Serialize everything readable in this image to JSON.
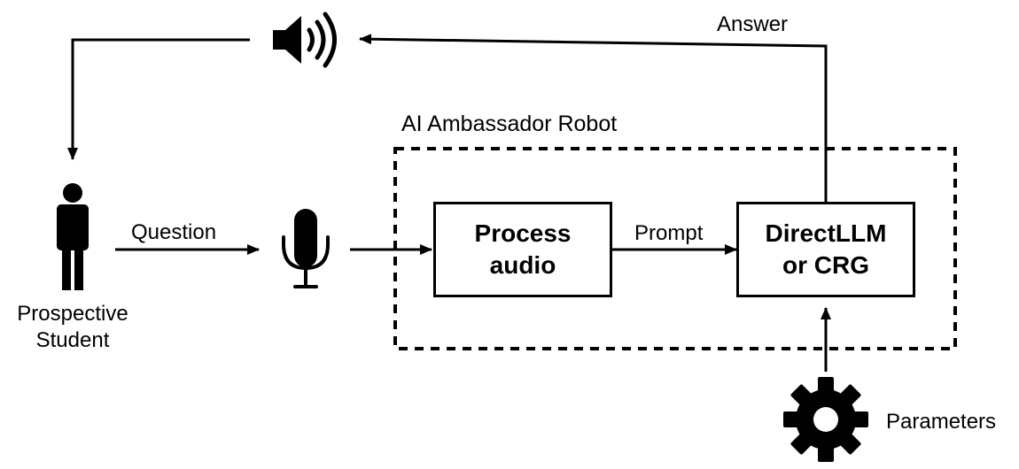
{
  "container": {
    "title": "AI Ambassador Robot"
  },
  "nodes": {
    "student": {
      "label": "Prospective\nStudent"
    },
    "process_audio": {
      "label": "Process\naudio"
    },
    "direct_llm": {
      "label": "DirectLLM\nor CRG"
    },
    "parameters": {
      "label": "Parameters"
    }
  },
  "edges": {
    "question": "Question",
    "prompt": "Prompt",
    "answer": "Answer"
  },
  "icons": [
    "speaker-icon",
    "person-icon",
    "microphone-icon",
    "gear-icon"
  ]
}
